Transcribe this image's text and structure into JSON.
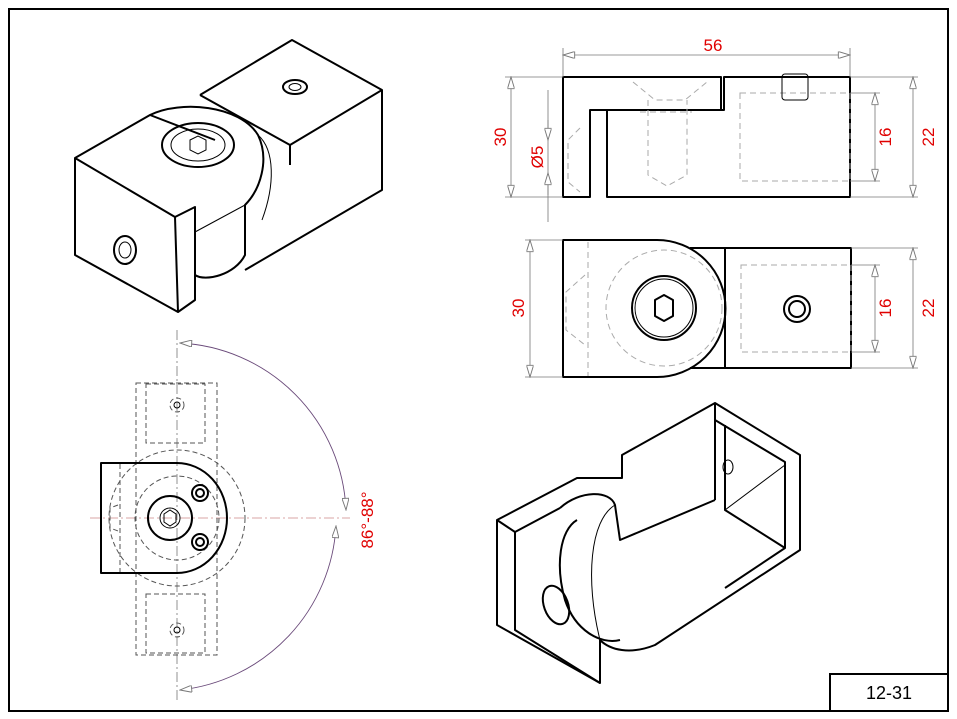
{
  "drawing": {
    "sheet_number": "12-31",
    "colors": {
      "dimension_text": "#e00000",
      "outline": "#000000",
      "angle_arc": "#6a4a7a"
    },
    "top_view": {
      "overall_length": "56",
      "height_left": "30",
      "hole_diameter": "Ø5",
      "inner_height": "16",
      "height_right": "22"
    },
    "front_view": {
      "height_left": "30",
      "inner_height": "16",
      "height_right": "22"
    },
    "rotation_view": {
      "angle_range": "86°-88°"
    }
  }
}
